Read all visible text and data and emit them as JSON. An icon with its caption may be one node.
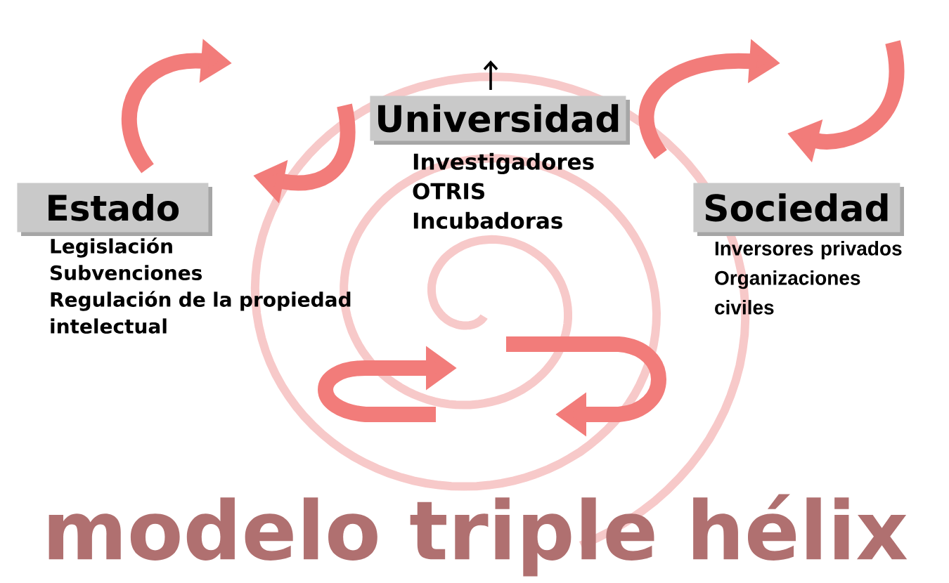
{
  "diagram": {
    "title": "modelo triple hélix",
    "nodes": [
      {
        "text": [
          "Estado",
          "Legislación",
          "Subvenciones",
          "Regulación de la propiedad intelectual"
        ]
      },
      {
        "text": [
          "Universidad",
          "Investigadores",
          "OTRIS",
          "Incubadoras"
        ]
      },
      {
        "text": [
          "Sociedad",
          "Inversores privados",
          "Organizaciones civiles"
        ]
      }
    ]
  }
}
